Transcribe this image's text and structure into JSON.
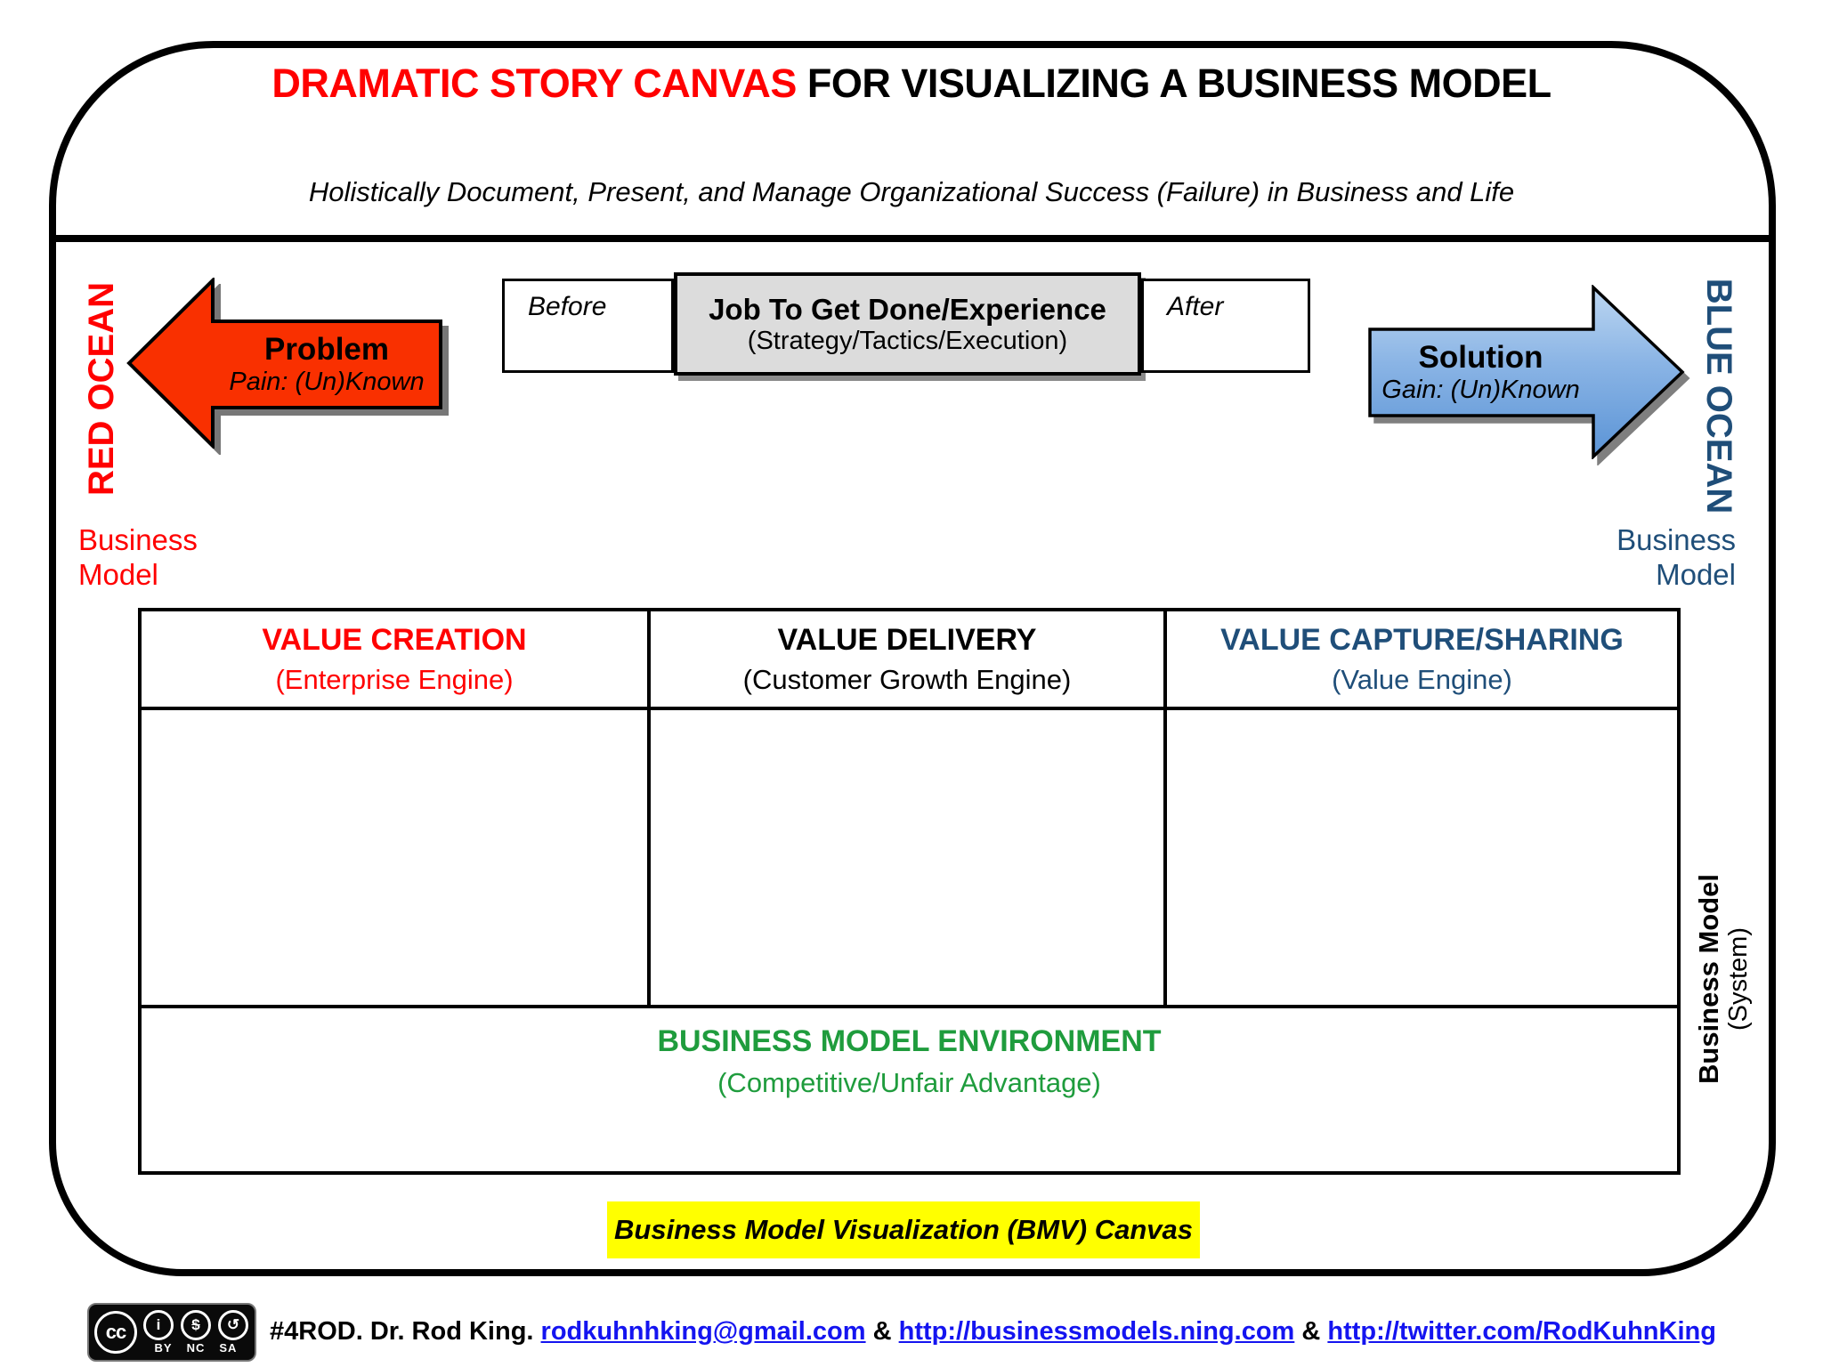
{
  "title": {
    "highlight": "DRAMATIC STORY CANVAS",
    "rest": " FOR VISUALIZING A BUSINESS MODEL"
  },
  "subtitle": "Holistically Document, Present, and Manage Organizational Success (Failure) in Business and Life",
  "left_side": {
    "ocean_label": "RED OCEAN",
    "business_model_label": "Business\nModel",
    "arrow": {
      "title": "Problem",
      "subtitle": "Pain: (Un)Known"
    }
  },
  "right_side": {
    "ocean_label": "BLUE OCEAN",
    "business_model_label": "Business\nModel",
    "arrow": {
      "title": "Solution",
      "subtitle": "Gain: (Un)Known"
    }
  },
  "timeline": {
    "before_label": "Before",
    "job_title": "Job To Get Done/Experience",
    "job_subtitle": "(Strategy/Tactics/Execution)",
    "after_label": "After"
  },
  "value_table": {
    "columns": [
      {
        "title": "VALUE CREATION",
        "subtitle": "(Enterprise Engine)",
        "color": "#FF0000"
      },
      {
        "title": "VALUE DELIVERY",
        "subtitle": "(Customer Growth Engine)",
        "color": "#000000"
      },
      {
        "title": "VALUE CAPTURE/SHARING",
        "subtitle": "(Value Engine)",
        "color": "#1F4E79"
      }
    ],
    "environment": {
      "title": "BUSINESS MODEL ENVIRONMENT",
      "subtitle": "(Competitive/Unfair Advantage)",
      "color": "#1F9C3D"
    },
    "side_label": {
      "title": "Business Model",
      "subtitle": "(System)"
    }
  },
  "canvas_label": "Business Model Visualization (BMV) Canvas",
  "footer": {
    "license": {
      "cc_glyph": "cc",
      "by_glyph": "i",
      "nc_glyph": "$",
      "sa_glyph": "↺",
      "by_label": "BY",
      "nc_label": "NC",
      "sa_label": "SA"
    },
    "prefix": "#4ROD. Dr. Rod King. ",
    "separator": " & ",
    "links": [
      "rodkuhnhking@gmail.com",
      "http://businessmodels.ning.com",
      "http://twitter.com/RodKuhnKing"
    ]
  },
  "colors": {
    "accent_red": "#FF0000",
    "arrow_red_fill": "#F93000",
    "accent_dark_blue": "#1F4E79",
    "arrow_blue_top": "#BCD6F1",
    "arrow_blue_bottom": "#5B94D6",
    "environment_green": "#1F9C3D",
    "highlight_yellow": "#FFFF00",
    "link_blue": "#1414F0",
    "job_box_gray": "#DCDCDC"
  }
}
